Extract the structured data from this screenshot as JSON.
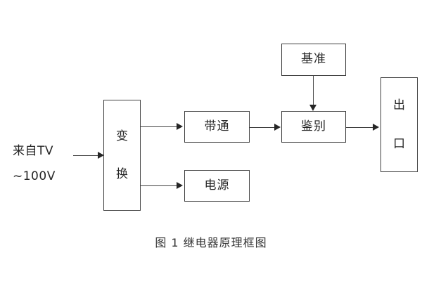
{
  "figure": {
    "caption": "图 1  继电器原理框图",
    "background_color": "#ffffff",
    "line_color": "#404040",
    "text_color": "#262626"
  },
  "input_label": {
    "line1": "来自TV",
    "line2": "~100V"
  },
  "blocks": {
    "converter": {
      "label": "变\n换",
      "name": "变换"
    },
    "bandpass": {
      "label": "带通",
      "name": "带通"
    },
    "power_supply": {
      "label": "电源",
      "name": "电源"
    },
    "reference": {
      "label": "基准",
      "name": "基准"
    },
    "discriminator": {
      "label": "鉴别",
      "name": "鉴别"
    },
    "output": {
      "label": "出\n口",
      "name": "出口"
    }
  },
  "connections": [
    {
      "id": "input-to-converter",
      "from": "来自TV ~100V",
      "to": "变换"
    },
    {
      "id": "converter-to-bandpass",
      "from": "变换",
      "to": "带通"
    },
    {
      "id": "converter-to-power",
      "from": "变换",
      "to": "电源"
    },
    {
      "id": "bandpass-to-discriminator",
      "from": "带通",
      "to": "鉴别"
    },
    {
      "id": "reference-to-discriminator",
      "from": "基准",
      "to": "鉴别"
    },
    {
      "id": "discriminator-to-output",
      "from": "鉴别",
      "to": "出口"
    }
  ]
}
